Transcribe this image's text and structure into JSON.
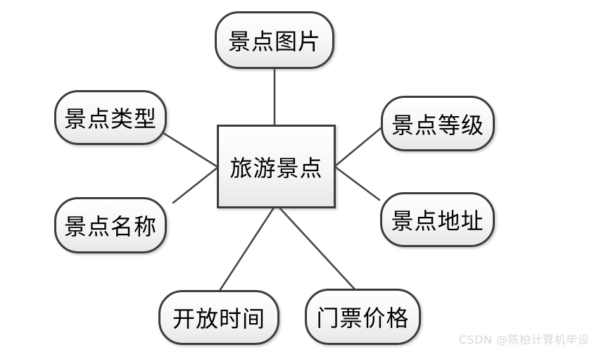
{
  "diagram": {
    "title": "tourist-attraction-attribute-diagram",
    "center_entity": {
      "label": "旅游景点",
      "shape": "rectangle"
    },
    "attributes": [
      {
        "id": "image",
        "label": "景点图片",
        "position": "top"
      },
      {
        "id": "type",
        "label": "景点类型",
        "position": "upper-left"
      },
      {
        "id": "level",
        "label": "景点等级",
        "position": "upper-right"
      },
      {
        "id": "name",
        "label": "景点名称",
        "position": "lower-left"
      },
      {
        "id": "address",
        "label": "景点地址",
        "position": "lower-right"
      },
      {
        "id": "open-time",
        "label": "开放时间",
        "position": "bottom-left"
      },
      {
        "id": "ticket-price",
        "label": "门票价格",
        "position": "bottom-right"
      }
    ],
    "connections": [
      [
        "旅游景点",
        "景点图片"
      ],
      [
        "旅游景点",
        "景点类型"
      ],
      [
        "旅游景点",
        "景点等级"
      ],
      [
        "旅游景点",
        "景点名称"
      ],
      [
        "旅游景点",
        "景点地址"
      ],
      [
        "旅游景点",
        "开放时间"
      ],
      [
        "旅游景点",
        "门票价格"
      ]
    ]
  },
  "watermark": {
    "text": "CSDN @陈柏计算机毕设"
  },
  "colors": {
    "background": "#ffffff",
    "node_border": "#3c3c3c",
    "node_fill_top": "#ffffff",
    "node_fill_bottom": "#e7e7e7",
    "connector": "#474747",
    "text": "#000000",
    "watermark": "#d8d8d8"
  }
}
